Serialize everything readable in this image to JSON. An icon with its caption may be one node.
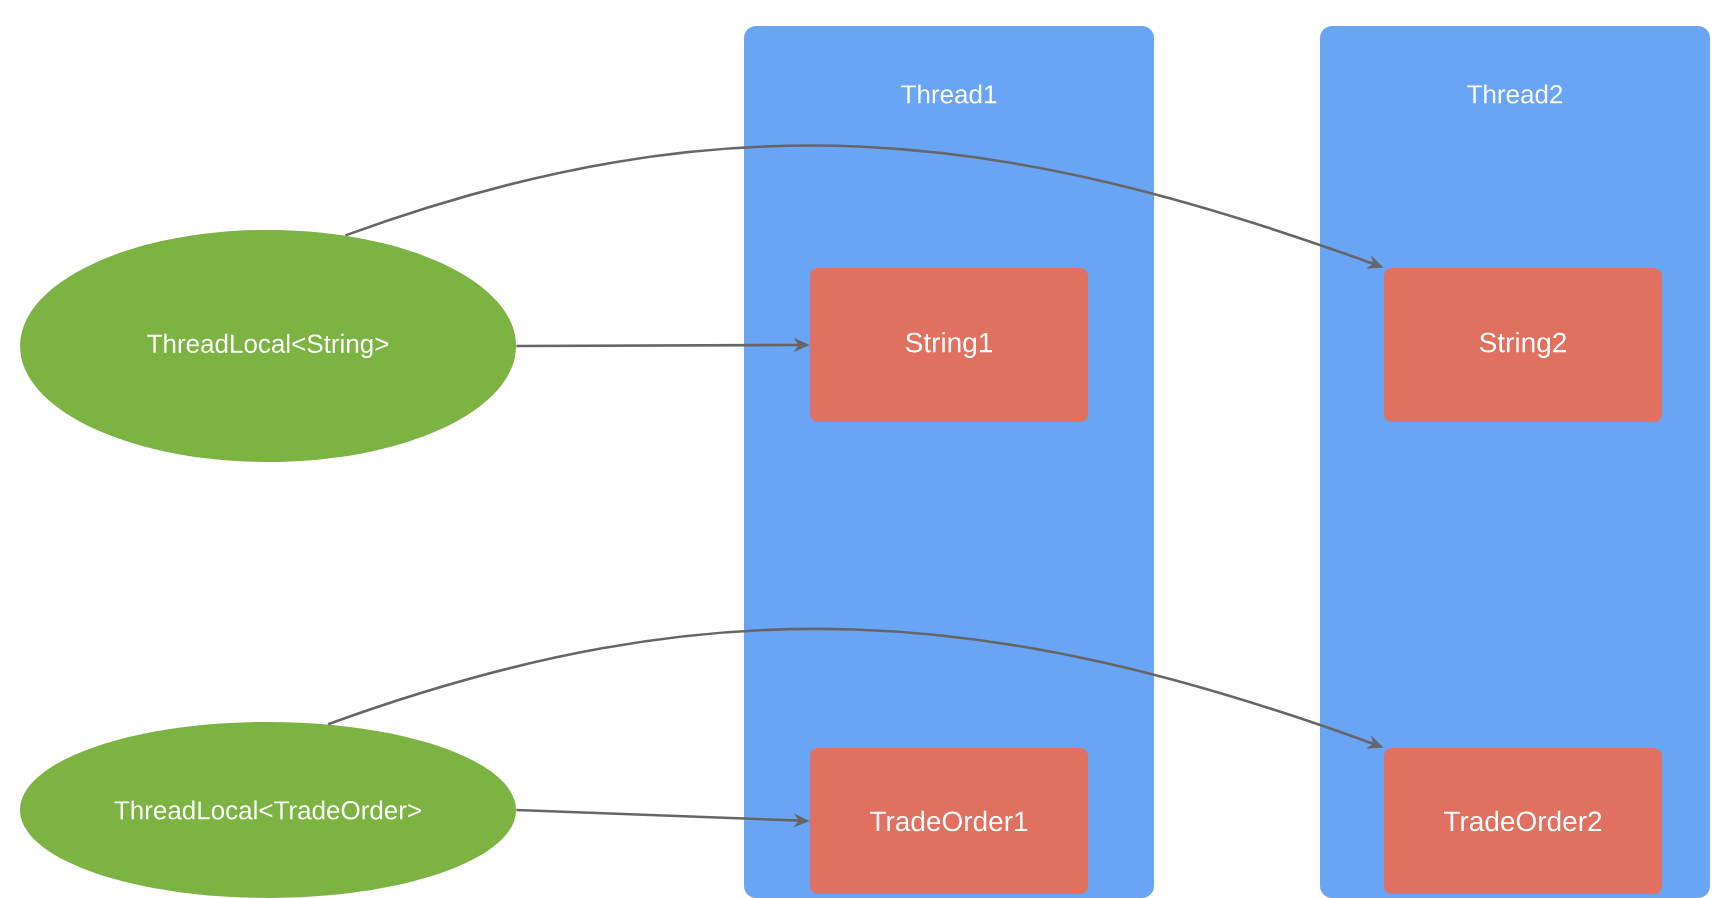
{
  "diagram": {
    "nodes": [
      {
        "text": [
          "Thread1"
        ]
      },
      {
        "text": [
          "String1"
        ],
        "in": 0
      },
      {
        "text": [
          "TradeOrder1"
        ],
        "in": 0
      },
      {
        "text": [
          "Thread2"
        ]
      },
      {
        "text": [
          "String2"
        ],
        "in": 3
      },
      {
        "text": [
          "TradeOrder2"
        ],
        "in": 3
      },
      {
        "text": [
          "ThreadLocal<String>"
        ]
      },
      {
        "text": [
          "ThreadLocal<TradeOrder>"
        ]
      }
    ],
    "edges": [
      {
        "from": 6,
        "to": 1,
        "arrow": "to"
      },
      {
        "from": 6,
        "to": 4,
        "arrow": "to"
      },
      {
        "from": 7,
        "to": 2,
        "arrow": "to"
      },
      {
        "from": 7,
        "to": 5,
        "arrow": "to"
      }
    ]
  }
}
